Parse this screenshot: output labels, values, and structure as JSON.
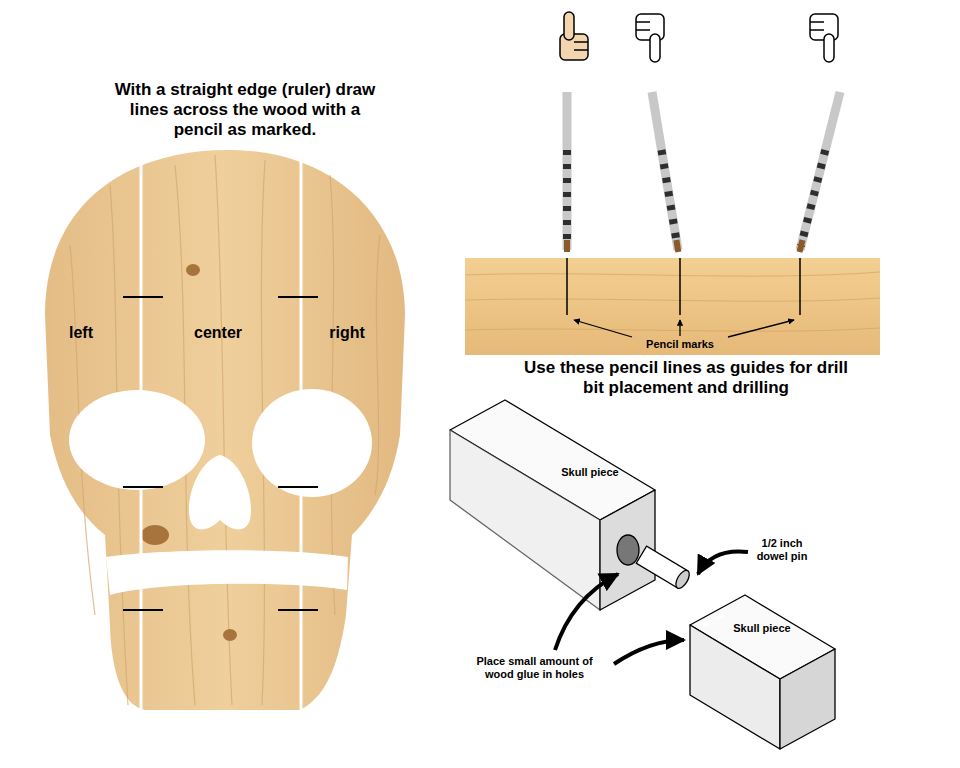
{
  "diagram": {
    "labels": [
      "With a straight edge (ruler) draw lines across the wood with a pencil as marked.",
      "left",
      "center",
      "right",
      "Pencil marks",
      "Use these pencil lines as guides for drill bit placement and drilling",
      "Skull piece",
      "1/2 inch dowel pin",
      "Skull piece",
      "Place small amount of wood glue in holes"
    ]
  }
}
